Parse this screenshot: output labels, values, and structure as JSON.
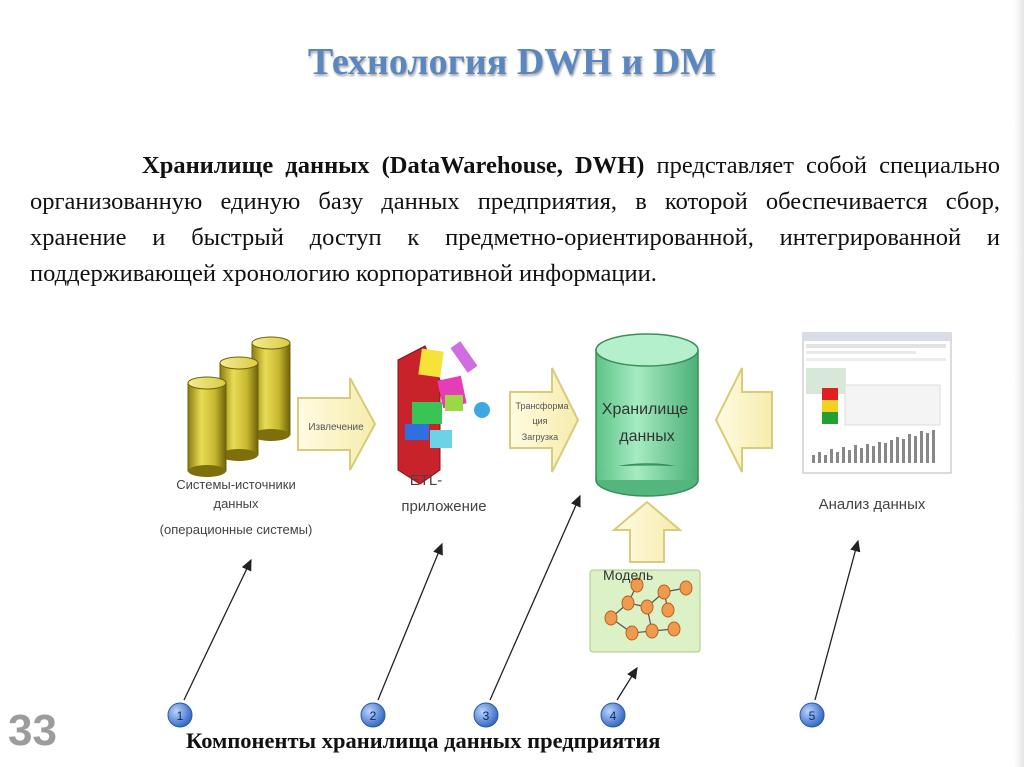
{
  "slide": {
    "title": "Технология DWH и DM",
    "paragraph_bold": "Хранилище данных (DataWarehouse, DWH)",
    "paragraph_rest": " представляет собой специально организованную единую базу данных предприятия, в которой обеспечивается сбор, хранение и быстрый доступ к предметно-ориентированной, интегрированной и поддерживающей хронологию корпоративной информации.",
    "slide_number": "33",
    "caption": "Компоненты хранилища данных предприятия"
  },
  "diagram": {
    "sources_label_1": "Системы-источники",
    "sources_label_2": "данных",
    "sources_label_3": "(операционные системы)",
    "extract_arrow_label": "Извлечение",
    "etl_label_1": "ETL-",
    "etl_label_2": "приложение",
    "transform_label_1": "Трансформа",
    "transform_label_2": "ция",
    "transform_label_3": "Загрузка",
    "warehouse_label_1": "Хранилище",
    "warehouse_label_2": "данных",
    "model_label": "Модель",
    "analysis_label": "Анализ данных",
    "markers": [
      "1",
      "2",
      "3",
      "4",
      "5"
    ]
  },
  "colors": {
    "title": "#5b87c0",
    "arrow_fill": "#fdf6c9",
    "cylinder_fill": "#7fd8a6",
    "marker_fill": "#5c8fd6",
    "model_box": "#d9f0c4"
  }
}
